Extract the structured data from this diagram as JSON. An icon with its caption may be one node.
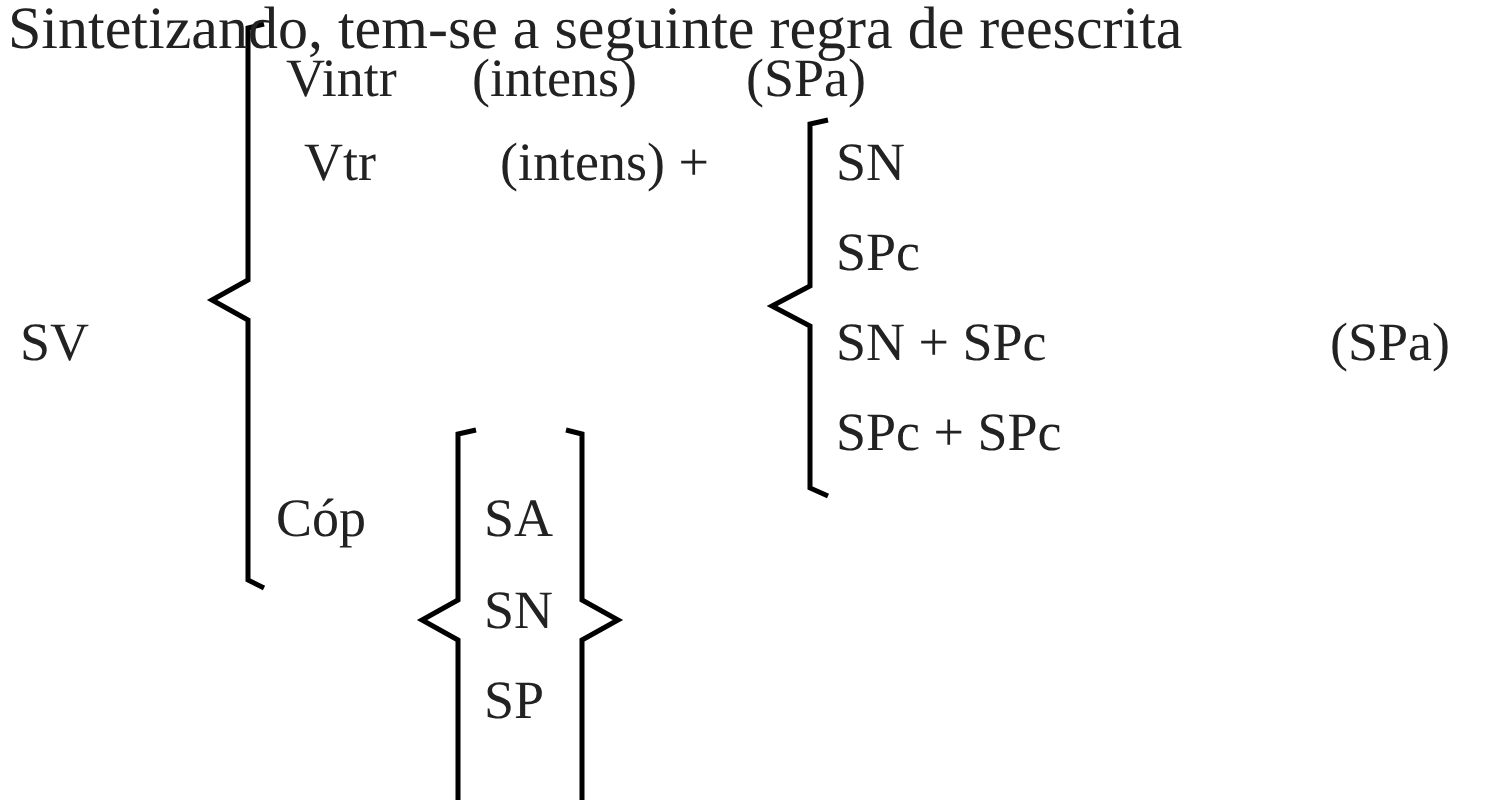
{
  "diagram": {
    "labels": [
      "Sintetizando, tem-se a seguinte regra de reescrita",
      "Vintr",
      "(intens)",
      "(SPa)",
      "Vtr",
      "(intens) +",
      "SN",
      "SPc",
      "SV",
      "SN + SPc",
      "(SPa)",
      "SPc + SPc",
      "Cóp",
      "SA",
      "SN",
      "SP"
    ]
  }
}
